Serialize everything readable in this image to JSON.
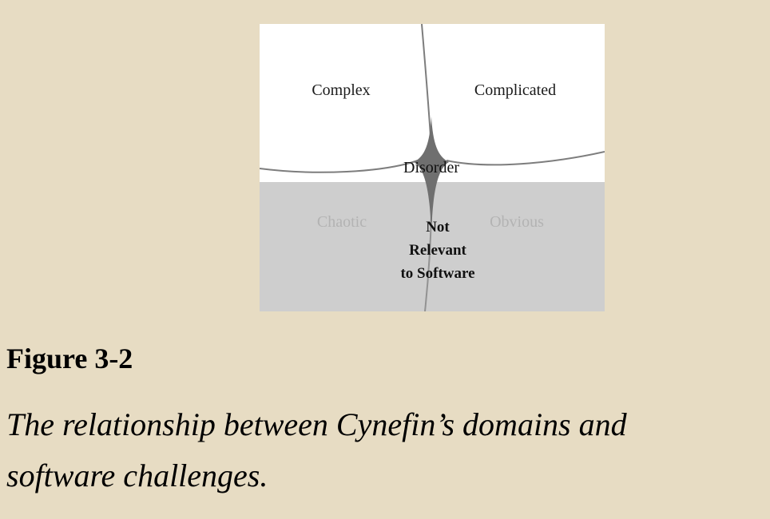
{
  "figure": {
    "label": "Figure 3-2",
    "caption": {
      "line1": "The relationship between Cynefin’s domains and",
      "line2": "software challenges."
    }
  },
  "diagram": {
    "quadrants": {
      "top_left": "Complex",
      "top_right": "Complicated",
      "bottom_left": "Chaotic",
      "bottom_right": "Obvious"
    },
    "center": "Disorder",
    "not_relevant": {
      "line1": "Not",
      "line2": "Relevant",
      "line3": "to Software"
    },
    "colors": {
      "page_background": "#e7dcc3",
      "diagram_background": "#ffffff",
      "not_relevant_region": "#cecece",
      "boundary_line": "#7d7d7d",
      "disorder_blob": "#6f6f6f",
      "muted_label": "#b3b3b3",
      "text": "#1a1a1a"
    }
  }
}
